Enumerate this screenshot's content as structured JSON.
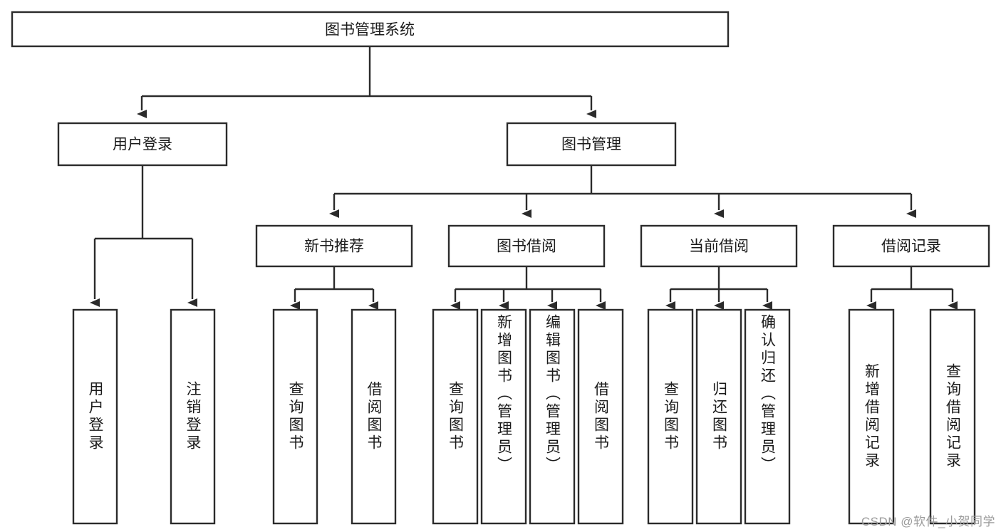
{
  "diagram": {
    "title": "图书管理系统",
    "type": "hierarchy-tree",
    "watermark": "CSDN @软件_小贺同学",
    "colors": {
      "stroke": "#2b2b2b",
      "box_fill": "#ffffff",
      "text": "#1a1a1a",
      "background": "#ffffff",
      "watermark": "#9b9b9b"
    },
    "root": {
      "label": "图书管理系统"
    },
    "level2": [
      {
        "label": "用户登录"
      },
      {
        "label": "图书管理"
      }
    ],
    "level3": [
      {
        "label": "新书推荐"
      },
      {
        "label": "图书借阅"
      },
      {
        "label": "当前借阅"
      },
      {
        "label": "借阅记录"
      }
    ],
    "leaves": {
      "user_login": [
        {
          "label": "用户登录"
        },
        {
          "label": "注销登录"
        }
      ],
      "new_book_recommend": [
        {
          "label": "查询图书"
        },
        {
          "label": "借阅图书"
        }
      ],
      "book_borrow": [
        {
          "label": "查询图书"
        },
        {
          "label": "新增图书（管理员）"
        },
        {
          "label": "编辑图书（管理员）"
        },
        {
          "label": "借阅图书"
        }
      ],
      "current_borrow": [
        {
          "label": "查询图书"
        },
        {
          "label": "归还图书"
        },
        {
          "label": "确认归还（管理员）"
        }
      ],
      "borrow_record": [
        {
          "label": "新增借阅记录"
        },
        {
          "label": "查询借阅记录"
        }
      ]
    }
  }
}
